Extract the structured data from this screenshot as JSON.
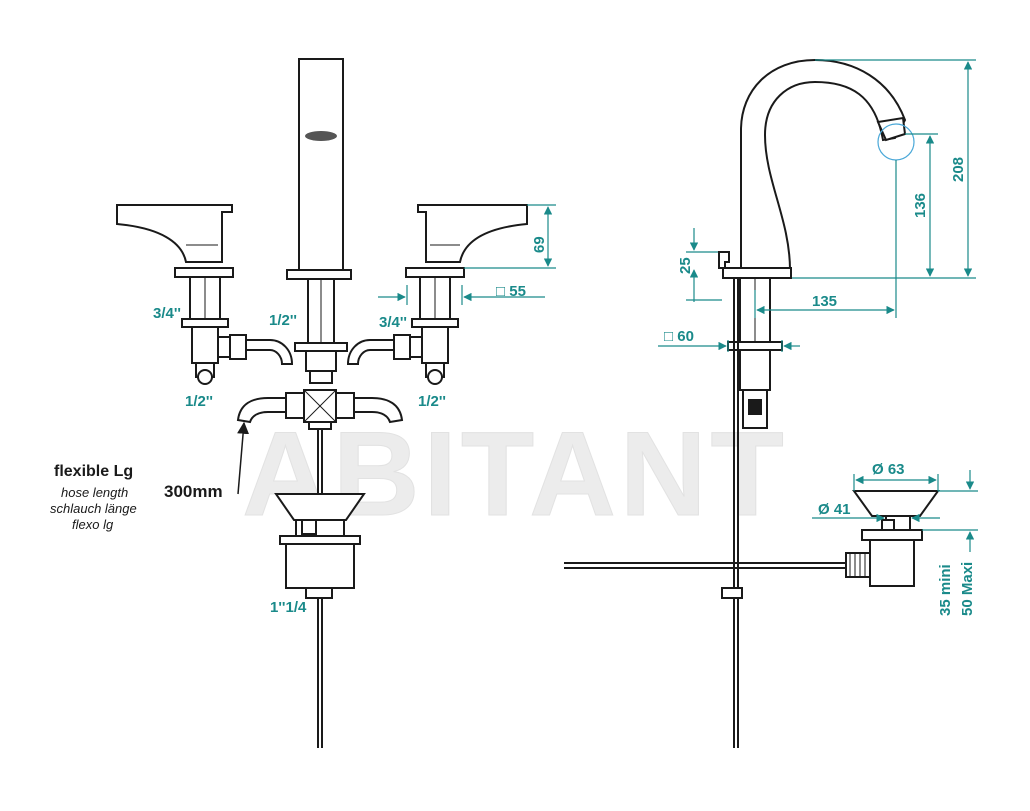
{
  "colors": {
    "line": "#1a1a1a",
    "dimension": "#1a8a8a",
    "watermark": "#e9e9e9",
    "background": "#ffffff"
  },
  "watermark": "ABITANT",
  "front_view": {
    "left_inlet_top": "3/4''",
    "left_inlet_bottom": "1/2''",
    "spout_inlet": "1/2''",
    "right_inlet_top": "3/4''",
    "right_inlet_bottom": "1/2''",
    "handle_height": "69",
    "base_square": "□ 55",
    "waste_thread": "1''1/4",
    "hose_length": "300mm"
  },
  "hose_note": {
    "title": "flexible Lg",
    "lines": [
      "hose length",
      "schlauch länge",
      "flexo lg"
    ]
  },
  "side_view": {
    "total_height": "208",
    "spout_height": "136",
    "lever_height": "25",
    "spout_reach": "135",
    "base_square": "□ 60"
  },
  "waste_detail": {
    "cap_diameter": "Ø 63",
    "body_diameter": "Ø 41",
    "thickness_min": "35 mini",
    "thickness_max": "50 Maxi"
  }
}
